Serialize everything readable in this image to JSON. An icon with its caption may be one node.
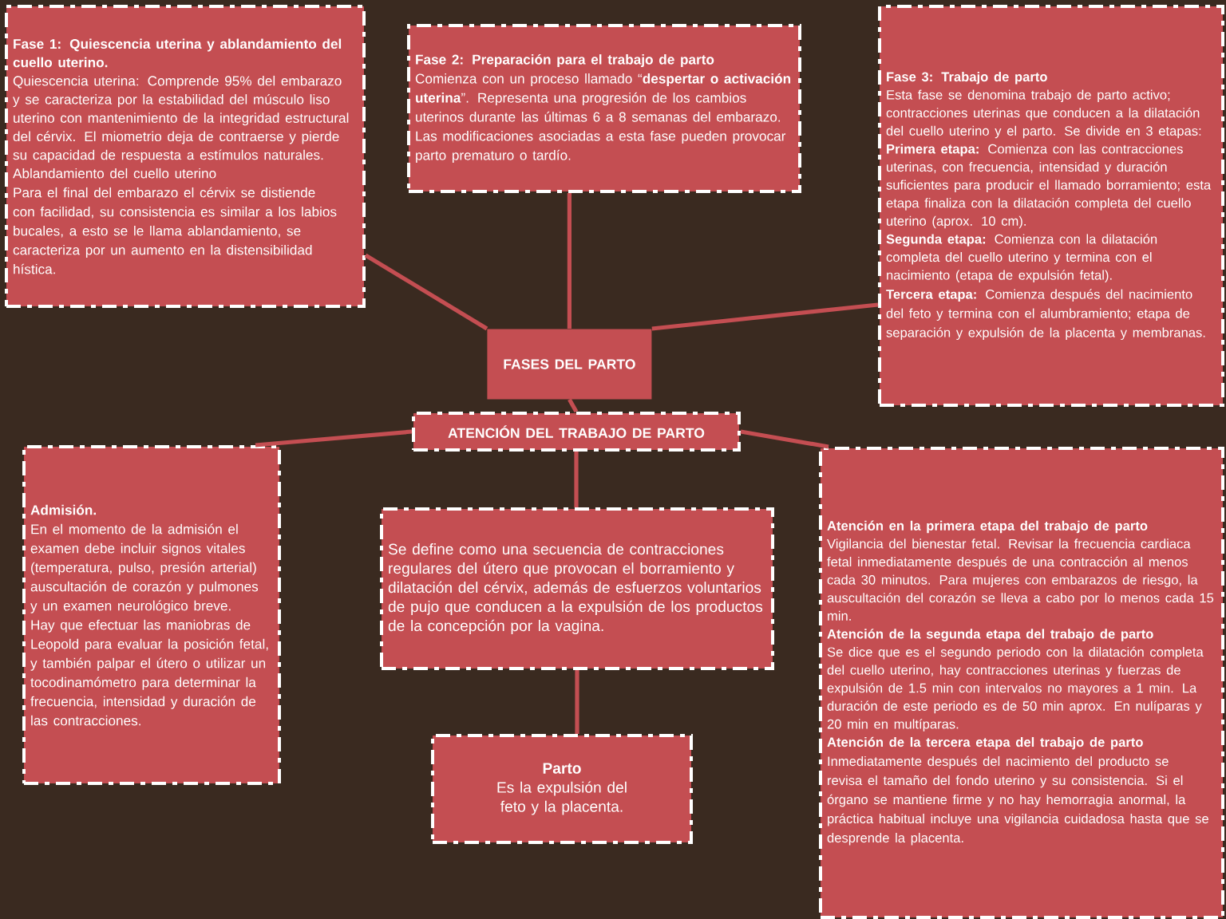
{
  "diagram": {
    "nodes": [
      {
        "text": [
          "FASES DEL PARTO"
        ]
      },
      {
        "text": [
          "Fase 1: Quiescencia uterina y ablandamiento del cuello uterino.",
          "Quiescencia uterina: Comprende 95% del embarazo y se caracteriza por la estabilidad del músculo liso uterino con mantenimiento de la integridad estructural del cérvix. El miometrio deja de contraerse y pierde su capacidad de respuesta a estímulos naturales.",
          "Ablandamiento del cuello uterino",
          "Para el final del embarazo el cérvix se distiende con facilidad, su consistencia es similar a los labios bucales, a esto se le llama ablandamiento, se caracteriza por un aumento en la distensibilidad hística."
        ]
      },
      {
        "text": [
          "Fase 2: Preparación para el trabajo de parto",
          "Comienza con un proceso llamado “**despertar o activación uterina**”. Representa una progresión de los cambios uterinos durante las últimas 6 a 8 semanas del embarazo. Las modificaciones asociadas a esta fase pueden provocar parto prematuro o tardío."
        ]
      },
      {
        "text": [
          "Fase 3: Trabajo de parto",
          "Esta fase se denomina trabajo de parto activo; contracciones uterinas que conducen a la dilatación del cuello uterino y el parto. Se divide en 3 etapas:",
          "**Primera etapa:** Comienza con las contracciones uterinas, con frecuencia, intensidad y duración suficientes para producir el llamado borramiento; esta etapa finaliza con la dilatación completa del cuello uterino (aprox. 10 cm).",
          "**Segunda etapa:** Comienza con la dilatación completa del cuello uterino y termina con el nacimiento (etapa de expulsión fetal).",
          "**Tercera etapa:** Comienza después del nacimiento del feto y termina con el alumbramiento; etapa de separación y expulsión de la placenta y membranas."
        ]
      },
      {
        "text": [
          "ATENCIÓN DEL TRABAJO DE PARTO"
        ]
      },
      {
        "text": [
          "Admisión.",
          "En el momento de la admisión el examen debe incluir signos vitales (temperatura, pulso, presión arterial) auscultación de corazón y pulmones y un examen neurológico breve. Hay que efectuar las maniobras de Leopold para evaluar la posición fetal, y también palpar el útero o utilizar un tocodinamómetro para determinar la frecuencia, intensidad y duración de las contracciones."
        ]
      },
      {
        "text": [
          "Se define como una secuencia de contracciones regulares del útero que provocan el borramiento y dilatación del cérvix, además de esfuerzos voluntarios de pujo que conducen a la expulsión de los productos de la concepción por la vagina."
        ]
      },
      {
        "text": [
          "Parto",
          "Es la expulsión del feto y la placenta."
        ]
      },
      {
        "text": [
          "Atención en la primera etapa del trabajo de parto",
          "Vigilancia del bienestar fetal. Revisar la frecuencia cardiaca fetal inmediatamente después de una contracción al menos cada 30 minutos. Para mujeres con embarazos de riesgo, la auscultación del corazón se lleva a cabo por lo menos cada 15 min.",
          "Atención de la segunda etapa del trabajo de parto",
          "Se dice que es el segundo periodo con la dilatación completa del cuello uterino, hay contracciones uterinas y fuerzas de expulsión de 1.5 min con intervalos no mayores a 1 min. La duración de este periodo es de 50 min aprox. En nulíparas y 20 min en multíparas.",
          "Atención de la tercera etapa del trabajo de parto",
          "Inmediatamente después del nacimiento del producto se revisa el tamaño del fondo uterino y su consistencia. Si el órgano se mantiene firme y no hay hemorragia anormal, la práctica habitual incluye una vigilancia cuidadosa hasta que se desprende la placenta."
        ]
      }
    ],
    "edges": [
      {
        "from": 0,
        "to": 1,
        "arrow": "none"
      },
      {
        "from": 0,
        "to": 2,
        "arrow": "none"
      },
      {
        "from": 0,
        "to": 3,
        "arrow": "none"
      },
      {
        "from": 0,
        "to": 4,
        "arrow": "none"
      },
      {
        "from": 4,
        "to": 5,
        "arrow": "none"
      },
      {
        "from": 4,
        "to": 8,
        "arrow": "none"
      },
      {
        "from": 4,
        "to": 6,
        "arrow": "none"
      },
      {
        "from": 6,
        "to": 7,
        "arrow": "none"
      }
    ]
  }
}
